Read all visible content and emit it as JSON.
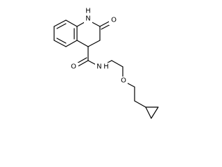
{
  "molecule": {
    "atoms": {
      "n1_h": "H",
      "n1": "N",
      "o2": "O",
      "n_amide": "N",
      "n_amide_h": "H",
      "o_amide": "O",
      "o_ether": "O"
    }
  }
}
